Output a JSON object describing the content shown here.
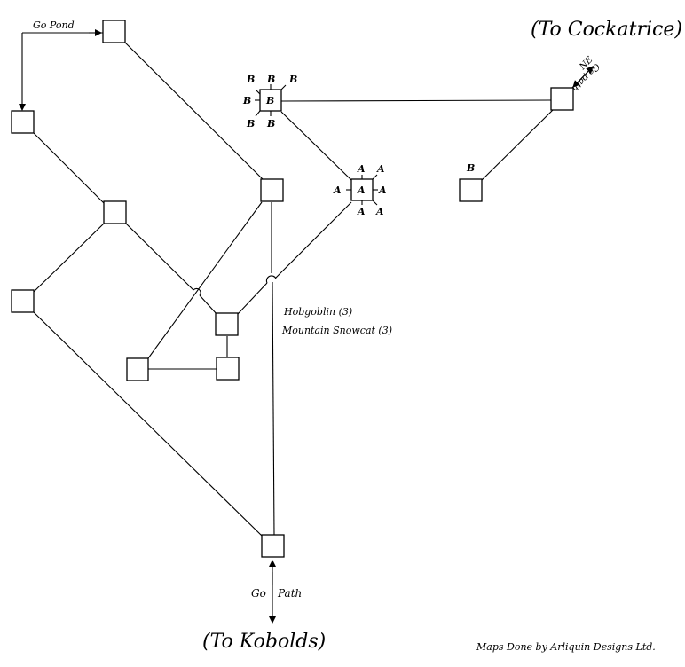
{
  "labels": {
    "to_cockatrice": "(To Cockatrice)",
    "to_kobolds": "(To Kobolds)",
    "go_pond": "Go Pond",
    "go_path_bottom_1": "Go",
    "go_path_bottom_2": "Path",
    "ne": "NE",
    "go_path_diag": "Go path",
    "monster_1": "Hobgoblin (3)",
    "monster_2": "Mountain Snowcat (3)",
    "credit": "Maps Done by Arliquin Designs Ltd."
  },
  "markers": {
    "a": "A",
    "b": "B"
  }
}
